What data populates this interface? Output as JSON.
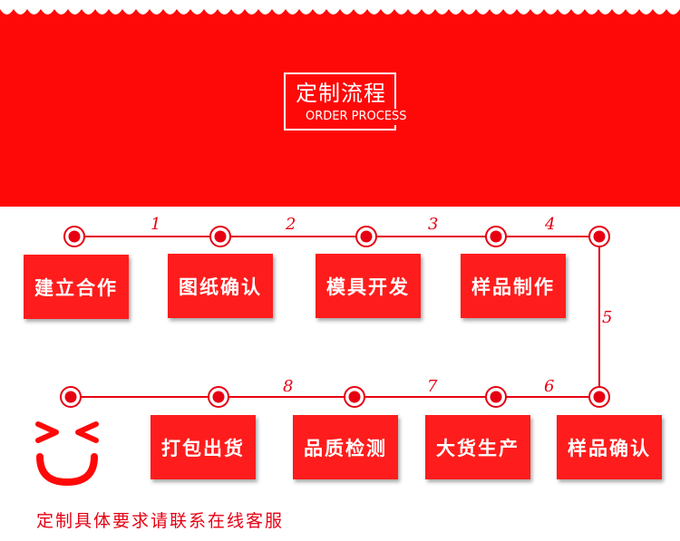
{
  "header": {
    "title_cn": "定制流程",
    "title_en": "ORDER PROCESS"
  },
  "steps": [
    {
      "number": "1",
      "label": "建立合作"
    },
    {
      "number": "2",
      "label": "图纸确认"
    },
    {
      "number": "3",
      "label": "模具开发"
    },
    {
      "number": "4",
      "label": "样品制作"
    },
    {
      "number": "5",
      "label": "样品确认"
    },
    {
      "number": "6",
      "label": "大货生产"
    },
    {
      "number": "7",
      "label": "品质检测"
    },
    {
      "number": "8",
      "label": "打包出货"
    }
  ],
  "footer": {
    "note": "定制具体要求请联系在线客服"
  },
  "colors": {
    "brand_red": "#ff0808",
    "box_red": "#ff1c1c",
    "text_red": "#e60012"
  },
  "icons": {
    "mascot": "smiley-face-icon",
    "node": "ring-dot-icon"
  }
}
